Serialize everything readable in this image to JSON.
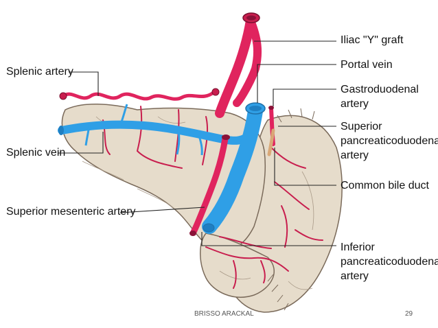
{
  "labels": {
    "left": {
      "splenic_artery": "Splenic artery",
      "splenic_vein": "Splenic vein",
      "superior_mesenteric_artery": "Superior mesenteric artery"
    },
    "right": {
      "iliac_graft": "Iliac \"Y\" graft",
      "portal_vein": "Portal vein",
      "gastroduodenal": [
        "Gastroduodenal",
        "artery"
      ],
      "superior_pd": [
        "Superior",
        "pancreaticoduodenal",
        "artery"
      ],
      "common_bile_duct": "Common bile duct",
      "inferior_pd": [
        "Inferior",
        "pancreaticoduodenal",
        "artery"
      ]
    }
  },
  "footer": {
    "author": "BRISSO ARACKAL",
    "page_number": "29"
  },
  "colors": {
    "artery": "#e0245e",
    "vein": "#2f9fe6",
    "tissue": "#e6dccb",
    "outline": "#7a6a5a",
    "leader": "#222222"
  }
}
